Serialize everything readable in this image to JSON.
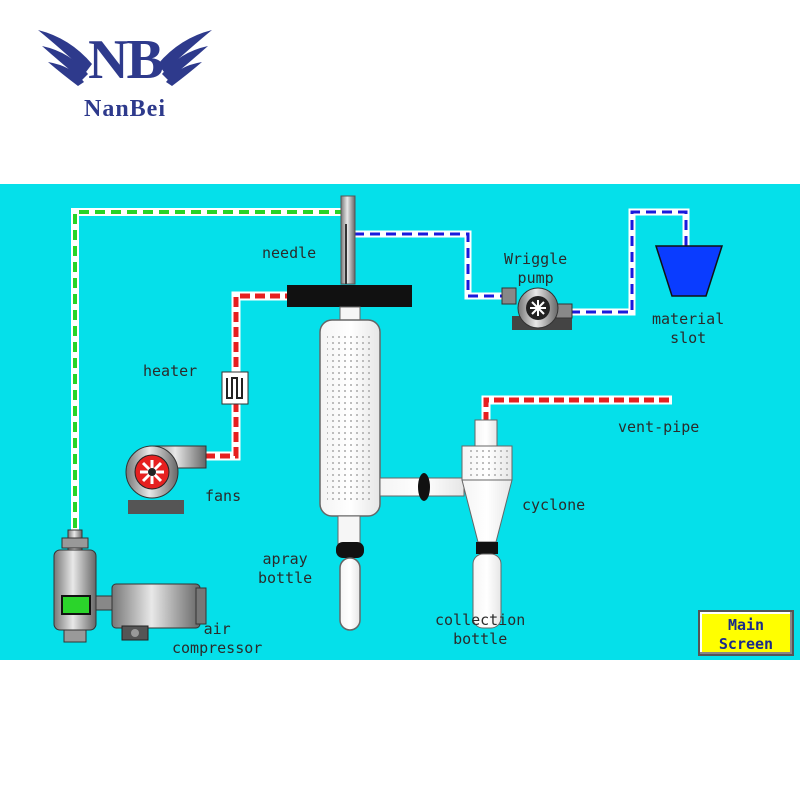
{
  "logo": {
    "letters": "NB",
    "word": "NanBei"
  },
  "labels": {
    "needle": "needle",
    "wriggle_pump": "Wriggle\npump",
    "material_slot": "material\nslot",
    "heater": "heater",
    "vent_pipe": "vent-pipe",
    "fans": "fans",
    "cyclone": "cyclone",
    "spray_bottle": "apray\nbottle",
    "collection_bottle": "collection\nbottle",
    "air_compressor": "air\ncompressor"
  },
  "main_screen_button": {
    "label": "Main\nScreen"
  },
  "colors": {
    "background": "#05e0ea",
    "air_line": "#27d427",
    "hot_air_line": "#e62020",
    "liquid_line": "#1a1adc",
    "material_slot": "#0a3cff",
    "button": "#ffff00"
  },
  "icons": {
    "logo_wings": "wings-icon",
    "fan": "fan-icon",
    "pump": "pump-icon",
    "heater": "heater-icon",
    "compressor": "compressor-icon"
  }
}
